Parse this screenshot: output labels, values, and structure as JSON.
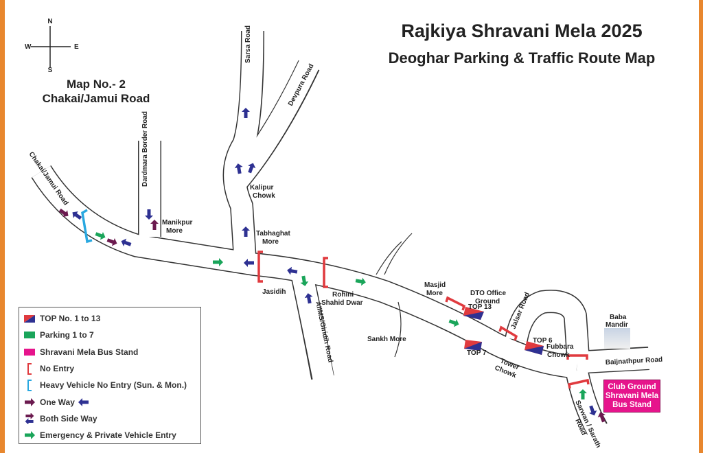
{
  "title": {
    "line1": "Rajkiya Shravani Mela 2025",
    "line2": "Deoghar Parking & Traffic Route Map"
  },
  "map_info": {
    "number": "Map No.- 2",
    "route": "Chakai/Jamui Road"
  },
  "compass": {
    "n": "N",
    "s": "S",
    "e": "E",
    "w": "W"
  },
  "roads": {
    "chakai": "Chakai/Jamui Road",
    "dardmara": "Dardmara Border Road",
    "sarsa": "Sarsa Road",
    "devpura": "Devpura Road",
    "aiims": "AIIMS/Giridih Road",
    "jalsar": "Jalsar Road",
    "baijnathpur": "Baijnathpur Road",
    "sarwan1": "Sarwan / Sarath",
    "sarwan2": "Road"
  },
  "places": {
    "manikpur1": "Manikpur",
    "manikpur2": "More",
    "tabhaghat1": "Tabhaghat",
    "tabhaghat2": "More",
    "kalipur1": "Kalipur",
    "kalipur2": "Chowk",
    "jasidih": "Jasidih",
    "rohini1": "Rohini",
    "rohini2": "Shahid Dwar",
    "sankh": "Sankh More",
    "masjid1": "Masjid",
    "masjid2": "More",
    "dto1": "DTO Office",
    "dto2": "Ground",
    "tower1": "Tower",
    "tower2": "Chowk",
    "fubbara1": "Fubbara",
    "fubbara2": "Chowk",
    "baba1": "Baba",
    "baba2": "Mandir"
  },
  "tops": {
    "top13": "TOP 13",
    "top7": "TOP 7",
    "top6": "TOP 6"
  },
  "bus_stand": {
    "line1": "Club Ground",
    "line2": "Shravani Mela",
    "line3": "Bus Stand"
  },
  "legend": [
    {
      "label": "TOP No. 1 to 13"
    },
    {
      "label": "Parking 1 to 7"
    },
    {
      "label": "Shravani Mela Bus Stand"
    },
    {
      "label": "No Entry"
    },
    {
      "label": "Heavy Vehicle No Entry (Sun. & Mon.)"
    },
    {
      "label": "One Way"
    },
    {
      "label": "Both Side Way"
    },
    {
      "label": "Emergency & Private Vehicle Entry"
    }
  ],
  "colors": {
    "border": "#e8872e",
    "no_entry": "#e03a3e",
    "heavy_no_entry": "#29a8e0",
    "one_way": "#6b1a4f",
    "return": "#2e3192",
    "emergency": "#1aa55a",
    "bus_stand": "#e6148c",
    "parking": "#1aa55a"
  }
}
